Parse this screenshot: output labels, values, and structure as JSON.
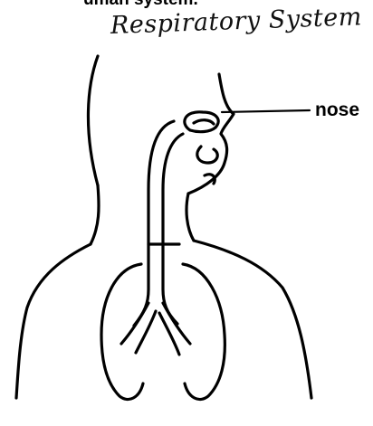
{
  "heading_cut": "uman system.",
  "title": "Respiratory System",
  "labels": {
    "nose": "nose"
  },
  "colors": {
    "ink": "#000000",
    "paper": "#ffffff"
  }
}
